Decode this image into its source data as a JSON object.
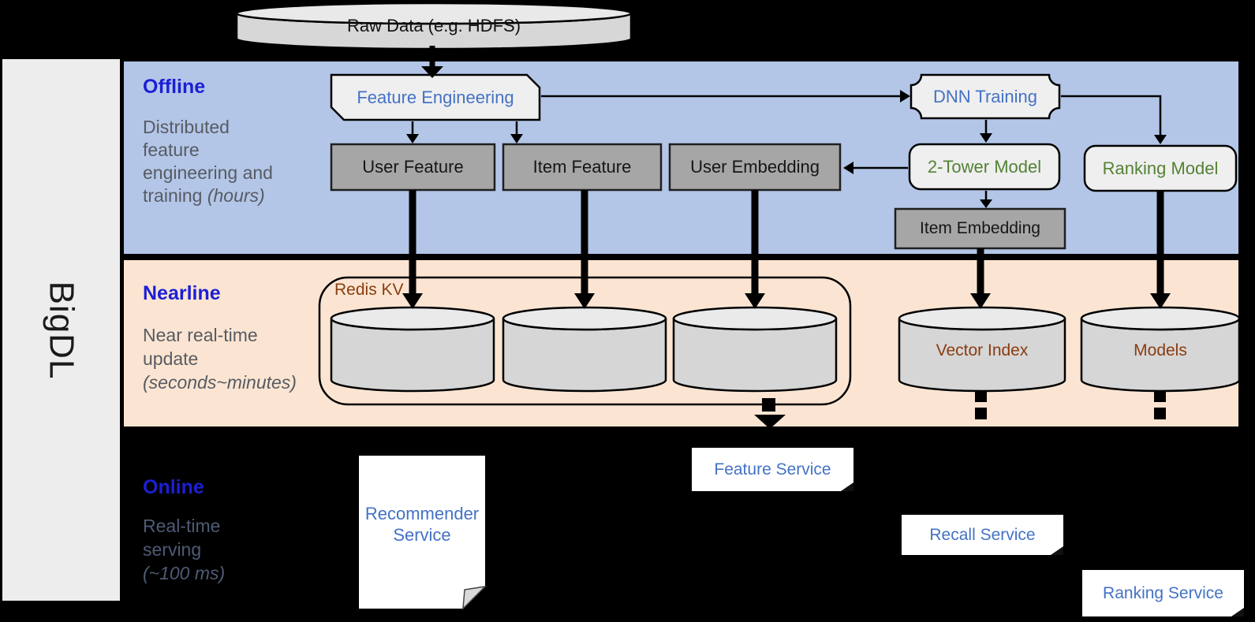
{
  "brand": {
    "label": "BigDL"
  },
  "raw_data": {
    "label": "Raw Data (e.g. HDFS)"
  },
  "bands": {
    "offline": {
      "title": "Offline",
      "line1": "Distributed",
      "line2": "feature",
      "line3": "engineering and",
      "line4": "training ",
      "line4_italic": "(hours)"
    },
    "nearline": {
      "title": "Nearline",
      "line1": "Near real-time",
      "line2": "update",
      "line3_italic": "(seconds~minutes)"
    },
    "online": {
      "title": "Online",
      "line1": "Real-time",
      "line2": "serving",
      "line3_italic": "(~100 ms)"
    }
  },
  "nodes": {
    "feature_engineering": "Feature Engineering",
    "dnn_training": "DNN Training",
    "user_feature": "User Feature",
    "item_feature": "Item Feature",
    "user_embedding": "User Embedding",
    "two_tower_model": "2-Tower Model",
    "ranking_model": "Ranking Model",
    "item_embedding": "Item Embedding",
    "redis_kv": "Redis KV",
    "vector_index": "Vector Index",
    "models": "Models",
    "recommender_service": "Recommender Service",
    "feature_service": "Feature Service",
    "recall_service": "Recall Service",
    "ranking_service": "Ranking Service"
  },
  "colors": {
    "background": "#000000",
    "offline_band": "#b3c6e7",
    "nearline_band": "#fbe5d2",
    "sidebar_band": "#ededed",
    "band_title_blue": "#1c1fd4",
    "desc_gray": "#575b63",
    "online_desc_gray": "#4e5b74",
    "service_blue": "#4472c4",
    "model_green": "#548235",
    "storage_brown": "#8a3c10",
    "node_gray_fill": "#a6a6a6",
    "light_shape_fill": "#efefef",
    "cylinder_fill": "#d6d6d6"
  }
}
